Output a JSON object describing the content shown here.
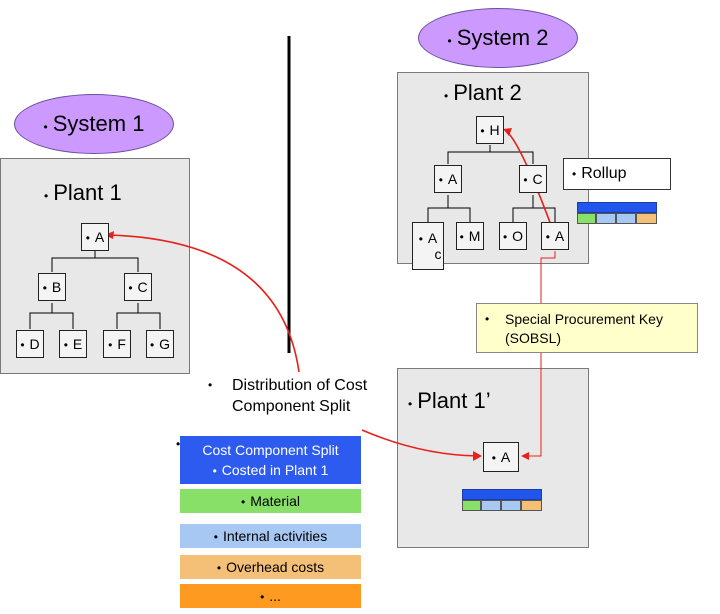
{
  "systems": {
    "system1": "System 1",
    "system2": "System 2"
  },
  "plants": {
    "plant1": "Plant 1",
    "plant2": "Plant 2",
    "plant1_prime": "Plant 1’"
  },
  "plant1_nodes": {
    "a": "A",
    "b": "B",
    "c": "C",
    "d": "D",
    "e": "E",
    "f": "F",
    "g": "G"
  },
  "plant2_nodes": {
    "h": "H",
    "a": "A",
    "c": "C",
    "ac_top": "A",
    "ac_bottom": "c",
    "m": "M",
    "o": "O",
    "a2": "A"
  },
  "plant1_prime_nodes": {
    "a": "A"
  },
  "callouts": {
    "rollup": "Rollup",
    "special_procurement": "Special Procurement Key (SOBSL)",
    "distribution": "Distribution of Cost Component Split"
  },
  "cost_split": {
    "header_line1": "Cost Component Split",
    "header_line2": "Costed in Plant 1",
    "material": "Material",
    "internal_activities": "Internal activities",
    "overhead_costs": "Overhead costs",
    "more": "..."
  },
  "colors": {
    "ellipse": "#cc99ff",
    "plant_bg": "#e8e8e8",
    "arrow_red": "#e8201a",
    "cost_header": "#2d5bf0",
    "material": "#88e068",
    "internal_activities": "#a8c8f4",
    "overhead_costs": "#f4c078",
    "more": "#ff9a20",
    "rollup_box": "#ffffff",
    "sobsl_box": "#ffffcc"
  }
}
